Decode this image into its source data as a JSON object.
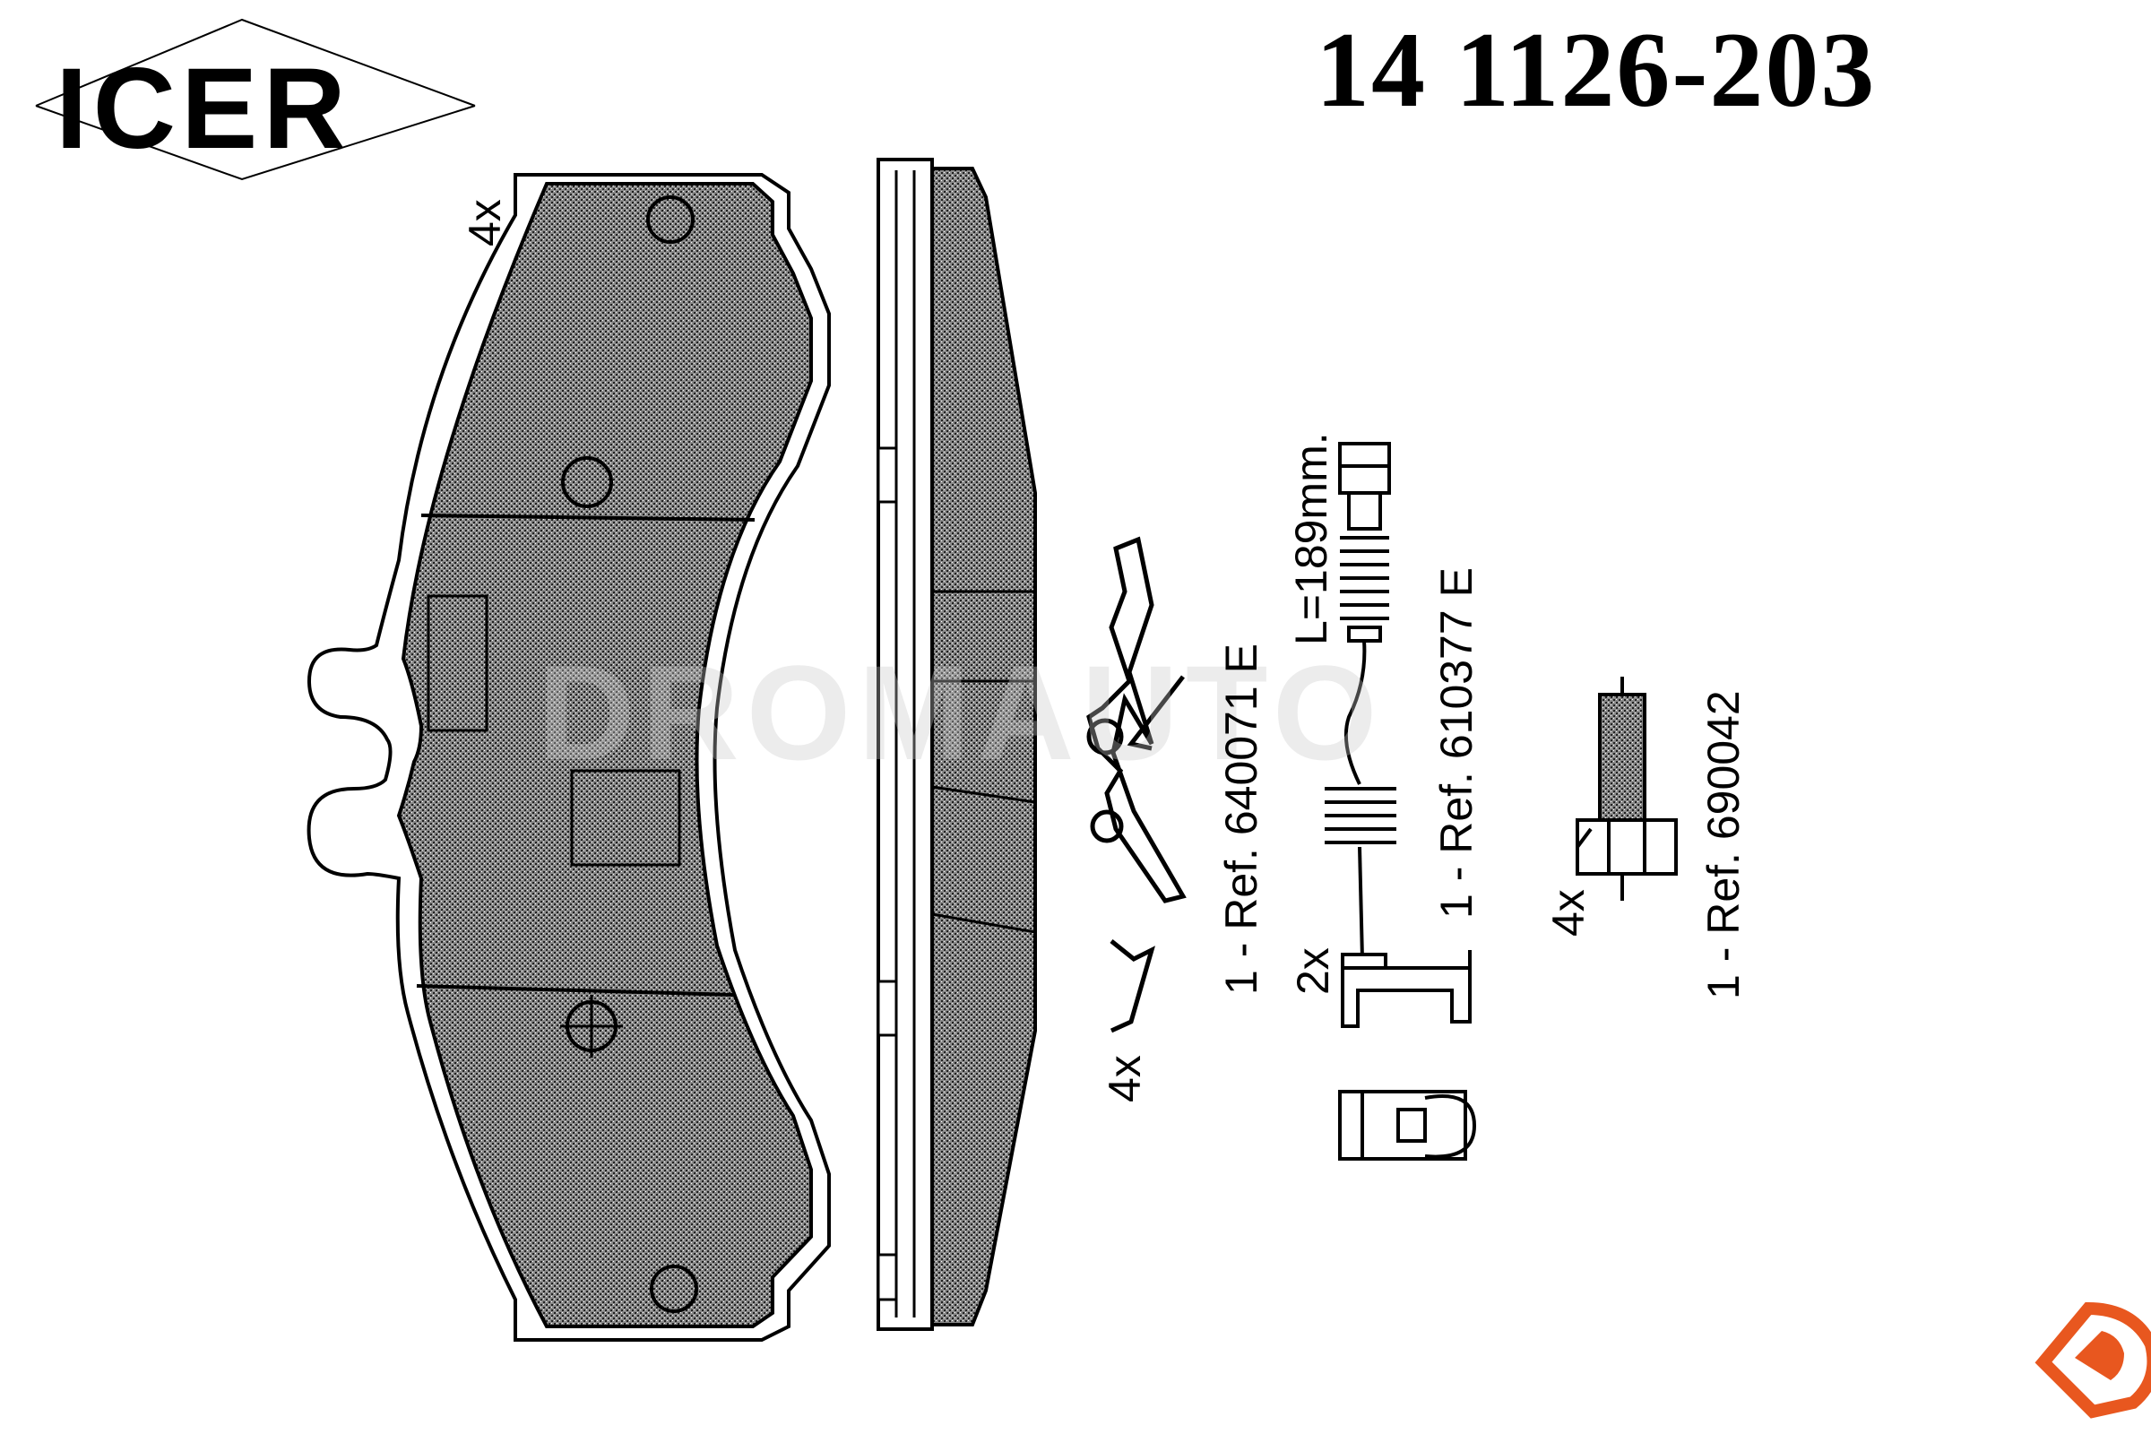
{
  "brand": {
    "logo_text": "ICER"
  },
  "part_number": "14 1126-203",
  "labels": {
    "pad_quantity": "4x",
    "clip_quantity": "4x",
    "clip_ref": "1 - Ref. 640071 E",
    "sensor_length": "L=189mm.",
    "sensor_quantity": "2x",
    "sensor_ref": "1 - Ref. 610377 E",
    "bolt_quantity": "4x",
    "bolt_ref": "1 - Ref. 690042"
  },
  "watermark": "DROMAUTO",
  "colors": {
    "line": "#000000",
    "friction_fill": "#6a6a6a",
    "logo_accent": "#e8571f",
    "background": "#ffffff"
  },
  "icons": {
    "corner_badge": "dromauto-d-icon"
  }
}
